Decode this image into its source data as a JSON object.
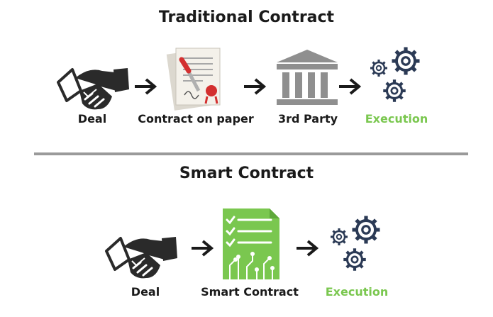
{
  "traditional": {
    "title": "Traditional Contract",
    "steps": [
      {
        "label": "Deal",
        "icon": "handshake-icon"
      },
      {
        "label": "Contract on paper",
        "icon": "paper-contract-icon"
      },
      {
        "label": "3rd Party",
        "icon": "bank-building-icon"
      },
      {
        "label": "Execution",
        "icon": "gears-icon"
      }
    ]
  },
  "smart": {
    "title": "Smart Contract",
    "steps": [
      {
        "label": "Deal",
        "icon": "handshake-icon"
      },
      {
        "label": "Smart Contract",
        "icon": "digital-contract-icon"
      },
      {
        "label": "Execution",
        "icon": "gears-icon"
      }
    ]
  },
  "colors": {
    "text": "#1a1a1a",
    "accent_green": "#7ac74f",
    "gear_blue": "#2b3a55",
    "divider": "#9a9a9a",
    "building_gray": "#8f8f8f"
  }
}
